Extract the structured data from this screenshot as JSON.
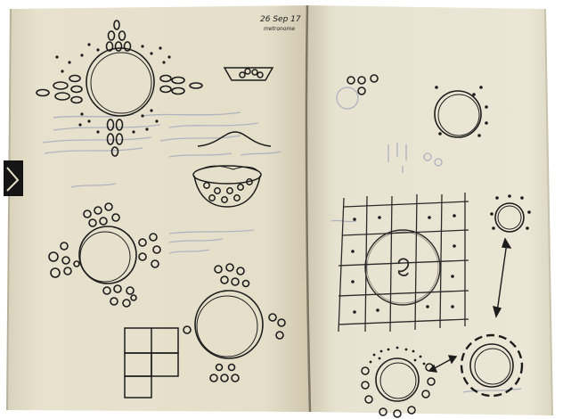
{
  "notebook": {
    "date_note": "26 Sep 17",
    "date_subnote": "metronome"
  },
  "colors": {
    "background": "#ffffff",
    "page_left": "#e6e0cc",
    "page_right": "#e9e4d2",
    "ink": "#1c1c1c",
    "grid_ink": "#2a2a2a",
    "faint_ink": "#a3a9bd",
    "spine": "#7c7560",
    "elastic": "#151515"
  },
  "icons": {
    "elastic_band": "black-elastic-band",
    "sketches": "pencil-circle-sketches"
  }
}
